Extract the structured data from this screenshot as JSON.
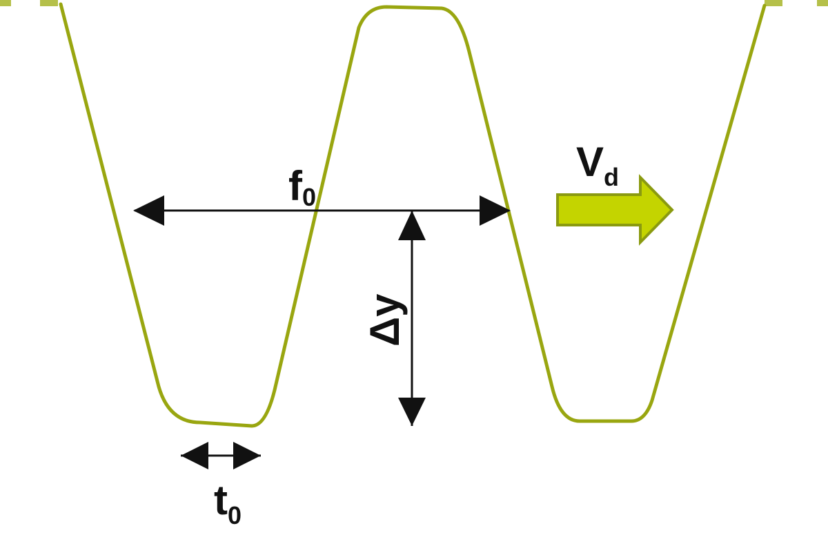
{
  "labels": {
    "f": "f",
    "f_sub": "0",
    "v": "V",
    "v_sub": "d",
    "t": "t",
    "t_sub": "0",
    "dy": "Δy"
  },
  "colors": {
    "wave": "#99a610",
    "drift_arrow_fill": "#c4d400",
    "drift_arrow_stroke": "#8a9a10",
    "dash": "#b5c04a",
    "annotation": "#111111"
  }
}
